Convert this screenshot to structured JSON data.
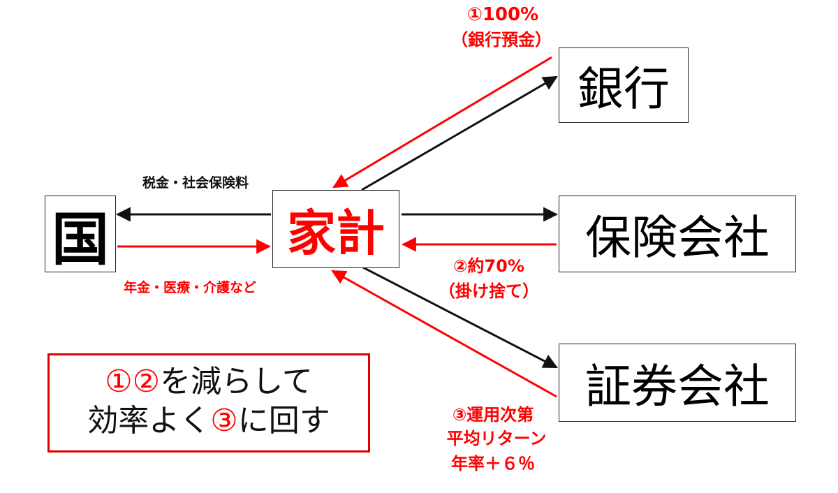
{
  "nodes": {
    "koku": "国",
    "kakei": "家計",
    "bank": "銀行",
    "insurance": "保険会社",
    "securities": "証券会社"
  },
  "labels": {
    "tax": "税金・社会保険料",
    "pension": "年金・医療・介護など",
    "bank_pct": "①100%",
    "bank_note": "（銀行預金）",
    "ins_pct": "②約70%",
    "ins_note": "（掛け捨て）",
    "sec_line1": "③運用次第",
    "sec_line2": "平均リターン",
    "sec_line3": "年率＋６％"
  },
  "conclusion": {
    "l1_hl": "①②",
    "l1_rest": "を減らして",
    "l2_pre": "効率よく",
    "l2_hl": "③",
    "l2_post": "に回す"
  },
  "colors": {
    "red": "#ff0000",
    "black": "#111111"
  }
}
